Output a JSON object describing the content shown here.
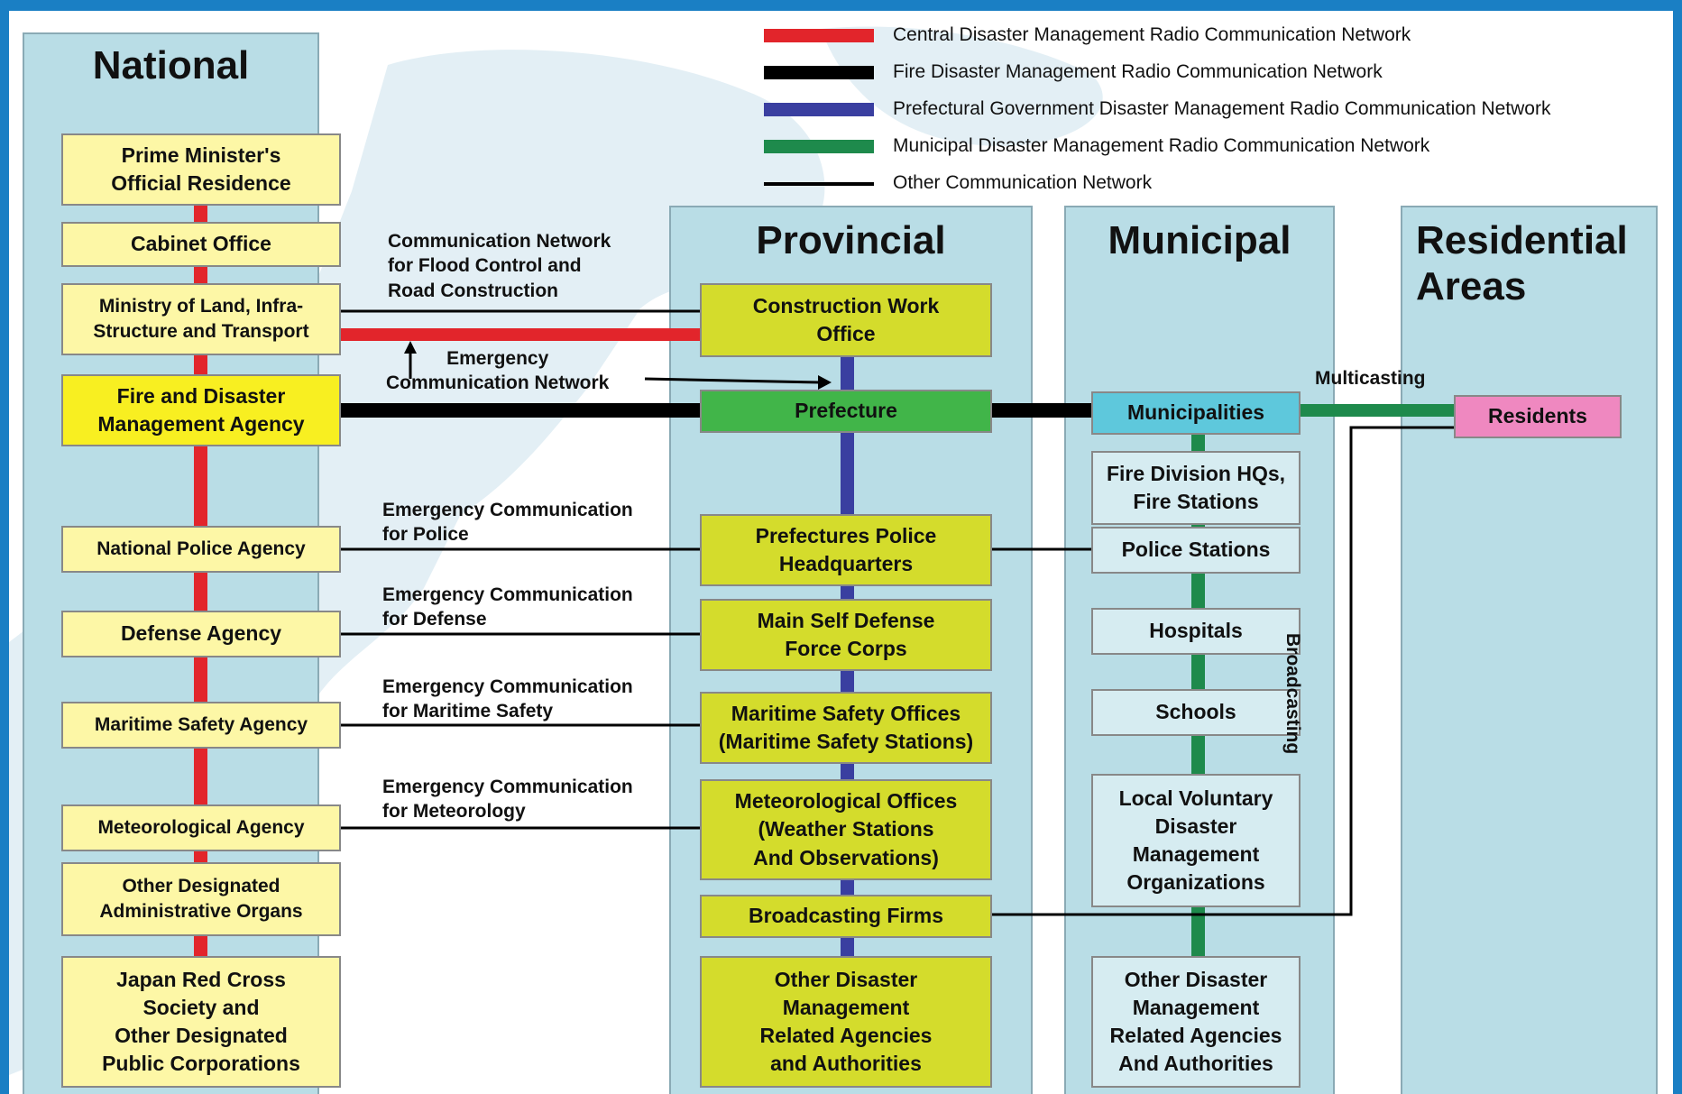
{
  "colors": {
    "central": "#e2252b",
    "fire": "#000000",
    "prefectural": "#3a3fa0",
    "municipal": "#1e8a4c",
    "other": "#000000"
  },
  "legend": [
    {
      "key": "central",
      "label": "Central Disaster Management Radio Communication Network",
      "style": "thick"
    },
    {
      "key": "fire",
      "label": "Fire Disaster Management Radio Communication Network",
      "style": "thick"
    },
    {
      "key": "prefectural",
      "label": "Prefectural Government Disaster Management Radio Communication Network",
      "style": "thick"
    },
    {
      "key": "municipal",
      "label": "Municipal Disaster Management Radio Communication Network",
      "style": "thick"
    },
    {
      "key": "other",
      "label": "Other Communication Network",
      "style": "thin"
    }
  ],
  "columns": {
    "national": "National",
    "provincial": "Provincial",
    "municipal": "Municipal",
    "residential": "Residential\nAreas"
  },
  "national": {
    "prime_minister": "Prime Minister's\nOfficial Residence",
    "cabinet_office": "Cabinet Office",
    "mlit": "Ministry of Land, Infra-\nStructure and Transport",
    "fdma": "Fire and Disaster\nManagement Agency",
    "police": "National Police Agency",
    "defense": "Defense Agency",
    "maritime": "Maritime Safety Agency",
    "meteorological": "Meteorological Agency",
    "other_admin": "Other Designated\nAdministrative Organs",
    "red_cross": "Japan Red Cross\nSociety and\nOther Designated\nPublic Corporations"
  },
  "provincial": {
    "construction": "Construction Work\nOffice",
    "prefecture": "Prefecture",
    "police_hq": "Prefectures Police\nHeadquarters",
    "sdf": "Main Self Defense\nForce Corps",
    "maritime_offices": "Maritime Safety Offices\n(Maritime Safety Stations)",
    "met_offices": "Meteorological Offices\n(Weather Stations\nAnd Observations)",
    "broadcasting": "Broadcasting Firms",
    "other": "Other Disaster\nManagement\nRelated Agencies\nand Authorities"
  },
  "municipal": {
    "municipalities": "Municipalities",
    "fire": "Fire Division HQs,\nFire Stations",
    "police": "Police Stations",
    "hospitals": "Hospitals",
    "schools": "Schools",
    "voluntary": "Local Voluntary\nDisaster\nManagement\nOrganizations",
    "other": "Other Disaster\nManagement\nRelated Agencies\nAnd Authorities"
  },
  "residential": {
    "residents": "Residents"
  },
  "links": {
    "flood": "Communication Network\nfor Flood Control and\nRoad Construction",
    "emergency": "Emergency\nCommunication Network",
    "police": "Emergency Communication\nfor Police",
    "defense": "Emergency Communication\nfor Defense",
    "maritime": "Emergency Communication\nfor Maritime Safety",
    "meteorology": "Emergency Communication\nfor Meteorology",
    "multicasting": "Multicasting",
    "broadcasting": "Broadcasting"
  }
}
